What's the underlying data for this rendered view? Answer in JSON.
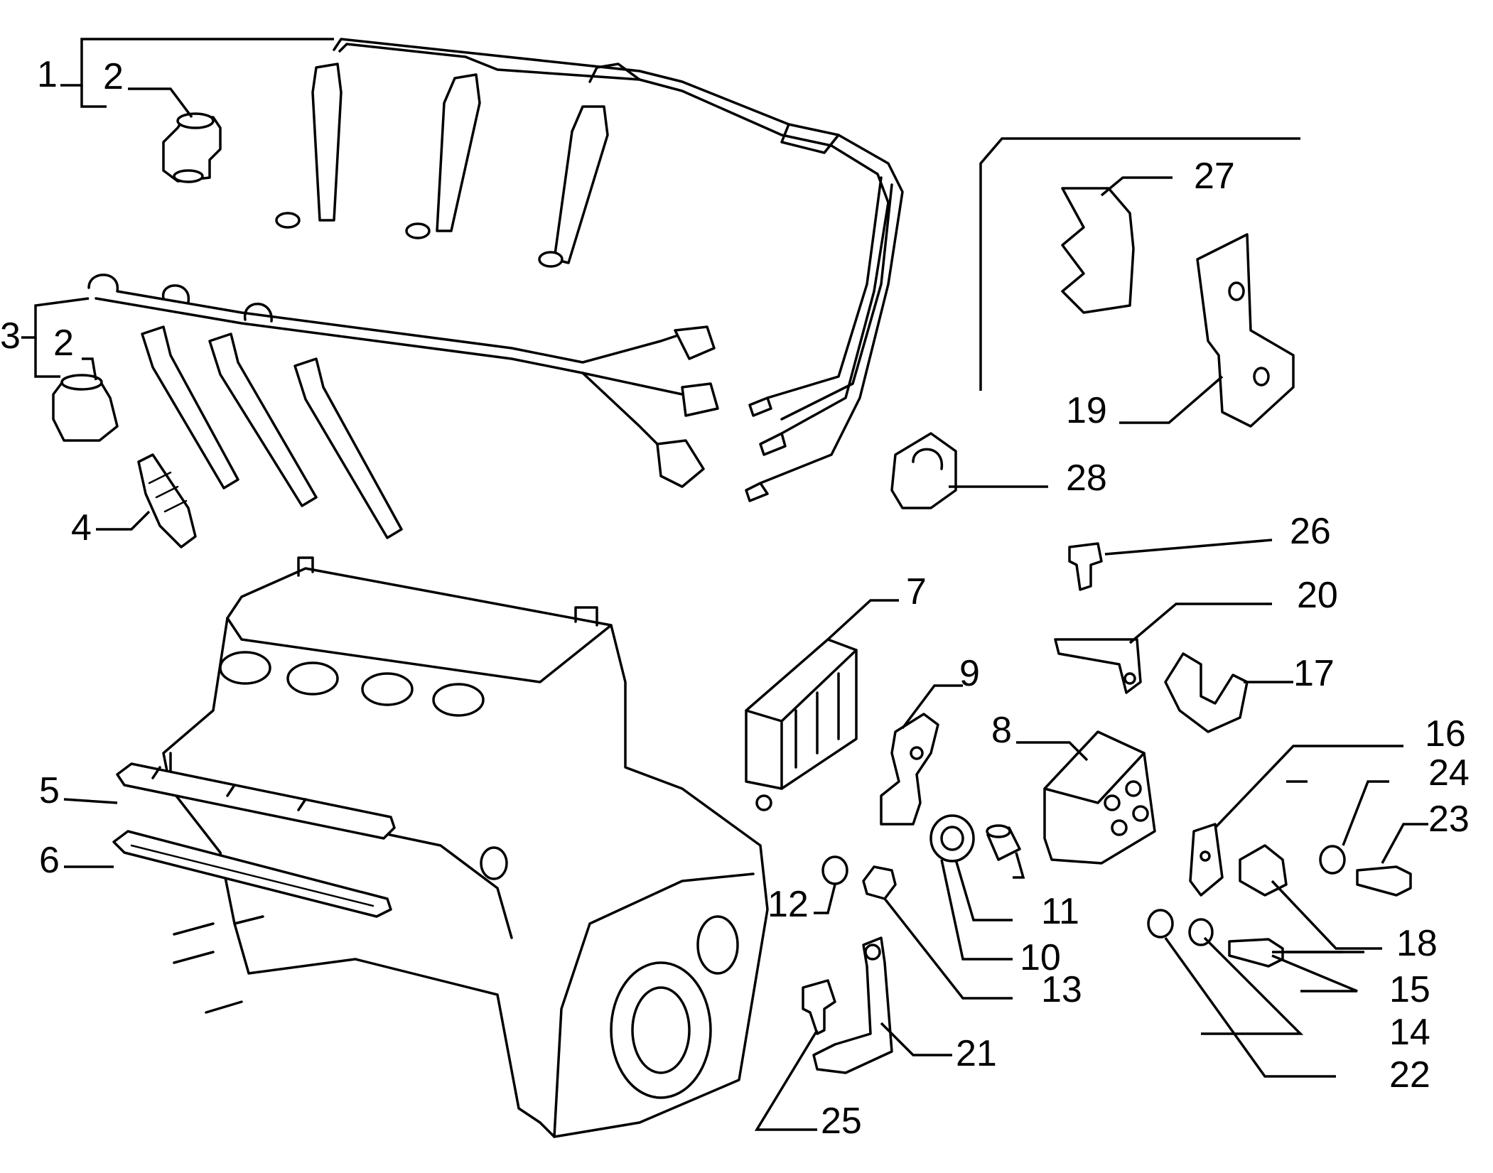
{
  "diagram": {
    "labels": [
      {
        "id": "1",
        "text": "1"
      },
      {
        "id": "2a",
        "text": "2"
      },
      {
        "id": "3",
        "text": "3"
      },
      {
        "id": "2b",
        "text": "2"
      },
      {
        "id": "4",
        "text": "4"
      },
      {
        "id": "5",
        "text": "5"
      },
      {
        "id": "6",
        "text": "6"
      },
      {
        "id": "7",
        "text": "7"
      },
      {
        "id": "8",
        "text": "8"
      },
      {
        "id": "9",
        "text": "9"
      },
      {
        "id": "10",
        "text": "10"
      },
      {
        "id": "11",
        "text": "11"
      },
      {
        "id": "12",
        "text": "12"
      },
      {
        "id": "13",
        "text": "13"
      },
      {
        "id": "14",
        "text": "14"
      },
      {
        "id": "15",
        "text": "15"
      },
      {
        "id": "16",
        "text": "16"
      },
      {
        "id": "17",
        "text": "17"
      },
      {
        "id": "18",
        "text": "18"
      },
      {
        "id": "19",
        "text": "19"
      },
      {
        "id": "20",
        "text": "20"
      },
      {
        "id": "21",
        "text": "21"
      },
      {
        "id": "22",
        "text": "22"
      },
      {
        "id": "23",
        "text": "23"
      },
      {
        "id": "24",
        "text": "24"
      },
      {
        "id": "25",
        "text": "25"
      },
      {
        "id": "26",
        "text": "26"
      },
      {
        "id": "27",
        "text": "27"
      },
      {
        "id": "28",
        "text": "28"
      }
    ]
  }
}
